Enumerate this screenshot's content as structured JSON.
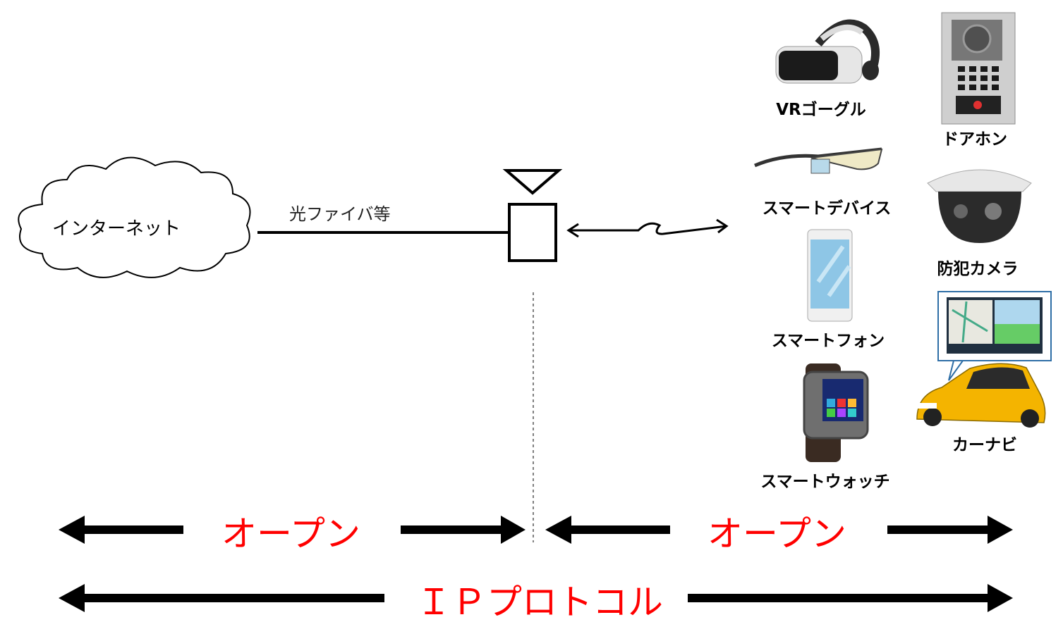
{
  "internet": {
    "label": "インターネット"
  },
  "link": {
    "label": "光ファイバ等"
  },
  "devices": {
    "vr_goggle": "VRゴーグル",
    "door_phone": "ドアホン",
    "smart_device": "スマートデバイス",
    "security_camera": "防犯カメラ",
    "smartphone": "スマートフォン",
    "car_navi": "カーナビ",
    "smartwatch": "スマートウォッチ"
  },
  "scope": {
    "left_open": "オープン",
    "right_open": "オープン",
    "protocol": "ＩＰプロトコル"
  },
  "colors": {
    "accent": "#ff0000",
    "line": "#000000"
  }
}
